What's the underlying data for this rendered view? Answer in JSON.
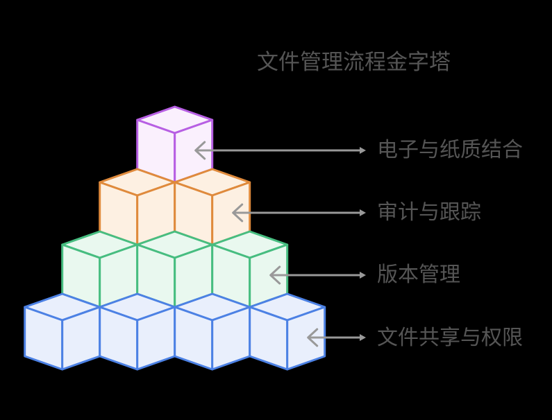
{
  "title": "文件管理流程金字塔",
  "colors": {
    "background": "#000000",
    "title_text": "#555555",
    "label_text": "#555555",
    "arrow": "#999999"
  },
  "pyramid": {
    "type": "isometric-cube-pyramid",
    "rows": [
      {
        "level": 1,
        "cube_count": 1,
        "label": "电子与纸质结合",
        "stroke": "#b75fe3",
        "fill": "#faf0fd"
      },
      {
        "level": 2,
        "cube_count": 2,
        "label": "审计与跟踪",
        "stroke": "#df8a3c",
        "fill": "#fdf0e2"
      },
      {
        "level": 3,
        "cube_count": 3,
        "label": "版本管理",
        "stroke": "#47bd80",
        "fill": "#e9f8ef"
      },
      {
        "level": 4,
        "cube_count": 4,
        "label": "文件共享与权限",
        "stroke": "#4c81e4",
        "fill": "#e9effc"
      }
    ]
  }
}
